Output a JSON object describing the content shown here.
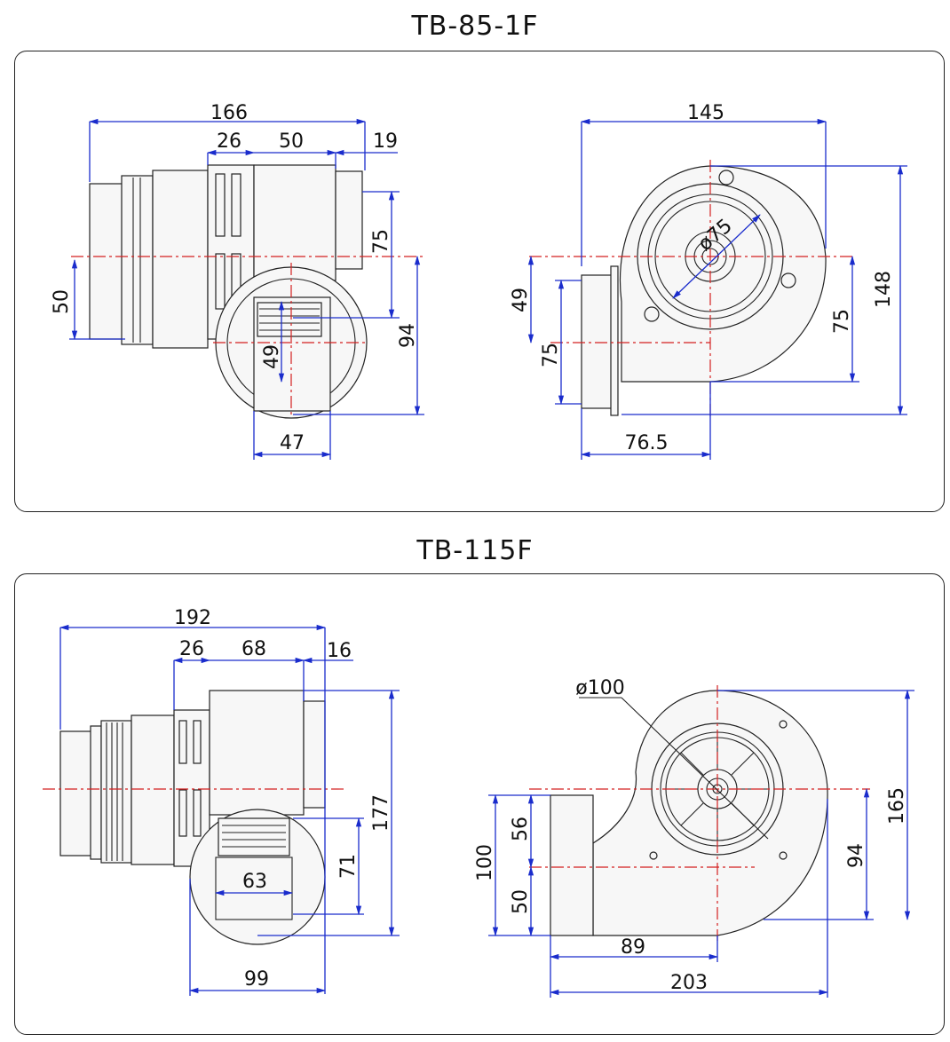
{
  "models": [
    {
      "title": "TB-85-1F",
      "side": {
        "d166": "166",
        "d26": "26",
        "d50": "50",
        "d19": "19",
        "d75": "75",
        "d50v": "50",
        "d49": "49",
        "d94": "94",
        "d47": "47"
      },
      "front": {
        "d145": "145",
        "dia": "ø75",
        "d49": "49",
        "d75a": "75",
        "d75b": "75",
        "d148": "148",
        "d765": "76.5"
      }
    },
    {
      "title": "TB-115F",
      "side": {
        "d192": "192",
        "d26": "26",
        "d68": "68",
        "d16": "16",
        "d177": "177",
        "d71": "71",
        "d63": "63",
        "d99": "99"
      },
      "front": {
        "dia": "ø100",
        "d56": "56",
        "d100": "100",
        "d50": "50",
        "d94": "94",
        "d165": "165",
        "d89": "89",
        "d203": "203"
      }
    }
  ]
}
